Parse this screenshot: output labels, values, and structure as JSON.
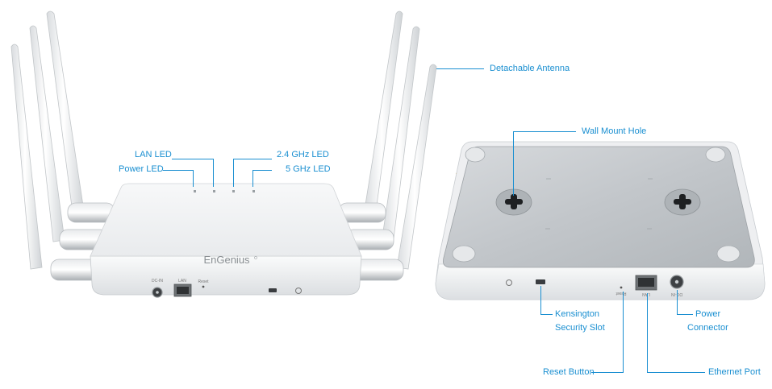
{
  "brand": "EnGenius",
  "front_ports": {
    "dc_in": "DC-IN",
    "lan": "LAN",
    "reset": "Reset"
  },
  "back_ports": {
    "lan": "LAN",
    "reset": "Reset",
    "dc": "DC-IN"
  },
  "callouts": {
    "lan_led": "LAN LED",
    "power_led": "Power LED",
    "ghz24_led": "2.4 GHz LED",
    "ghz5_led": "5 GHz LED",
    "detachable_antenna": "Detachable Antenna",
    "wall_mount_hole": "Wall Mount Hole",
    "kensington_line1": "Kensington",
    "kensington_line2": "Security Slot",
    "power_connector_line1": "Power",
    "power_connector_line2": "Connector",
    "reset_button": "Reset Button",
    "ethernet_port": "Ethernet Port"
  },
  "colors": {
    "accent": "#1a8fd1",
    "device_body": "#f2f3f4",
    "metal_plate": "#c4c8cc"
  }
}
